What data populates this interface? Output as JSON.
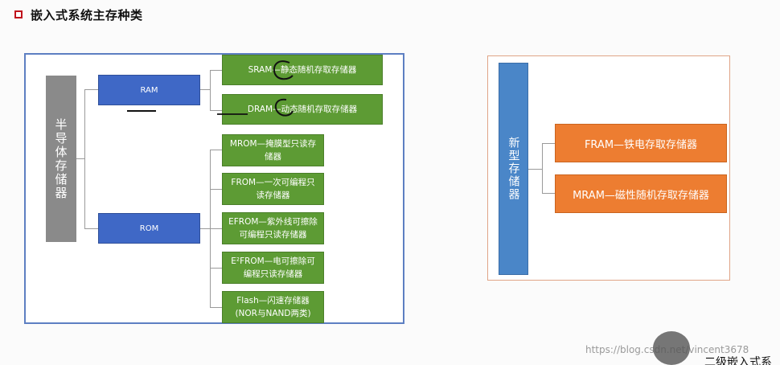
{
  "header": {
    "title": "嵌入式系统主存种类"
  },
  "left": {
    "category": "半导体存储器",
    "ram": "RAM",
    "rom": "ROM",
    "ram_items": [
      "SRAM—静态随机存取存储器",
      "DRAM—动态随机存取存储器"
    ],
    "rom_items": [
      "MROM—掩膜型只读存储器",
      "FROM—一次可编程只读存储器",
      "EFROM—紫外线可擦除可编程只读存储器",
      "E²FROM—电可擦除可编程只读存储器",
      "Flash—闪速存储器(NOR与NAND两类)"
    ]
  },
  "right": {
    "category": "新型存储器",
    "items": [
      "FRAM—铁电存取存储器",
      "MRAM—磁性随机存取存储器"
    ]
  },
  "watermark": "https://blog.csdn.net/vincent3678",
  "corner_text": "二级嵌入式系"
}
